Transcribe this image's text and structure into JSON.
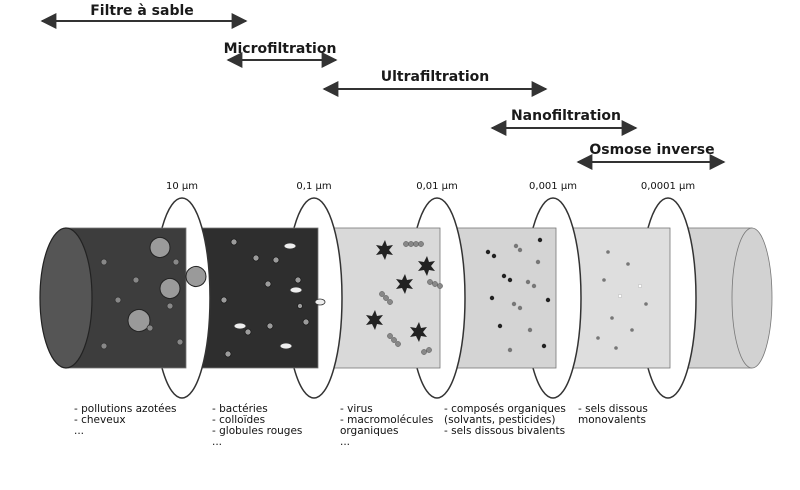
{
  "ranges": [
    {
      "label": "Filtre à sable"
    },
    {
      "label": "Microfiltration"
    },
    {
      "label": "Ultrafiltration"
    },
    {
      "label": "Nanofiltration"
    },
    {
      "label": "Osmose inverse"
    }
  ],
  "pore_sizes": [
    "10 µm",
    "0,1 µm",
    "0,01 µm",
    "0,001 µm",
    "0,0001 µm"
  ],
  "retained": [
    [
      "- pollutions azotées",
      "- cheveux",
      "..."
    ],
    [
      "- bactéries",
      "- colloïdes",
      "- globules rouges",
      "..."
    ],
    [
      "- virus",
      "- macromolécules",
      "organiques",
      "..."
    ],
    [
      "- composés organiques",
      "(solvants, pesticides)",
      "- sels dissous bivalents"
    ],
    [
      "- sels dissous",
      "monovalents"
    ]
  ],
  "colors": {
    "segment_1": "#3d3d3d",
    "segment_2": "#2e2e2e",
    "segment_3": "#d9d9d9",
    "segment_4": "#d4d4d4",
    "segment_5": "#dedede",
    "segment_6": "#d2d2d2",
    "membrane": "#ffffff",
    "arrow": "#333333"
  }
}
